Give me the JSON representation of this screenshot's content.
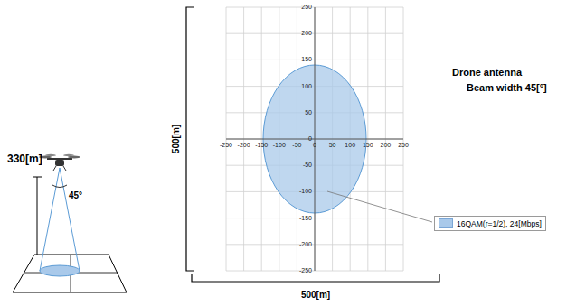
{
  "diagram": {
    "labels": [
      "330[m]",
      "45°",
      "500[m]",
      "500[m]",
      "Drone antenna",
      "Beam width 45[°]",
      "250",
      "200",
      "150",
      "100",
      "50",
      "0",
      "-50",
      "-100",
      "-150",
      "-200",
      "-250",
      "-250",
      "-200",
      "-150",
      "-100",
      "-50",
      "0",
      "50",
      "100",
      "150",
      "200",
      "250"
    ],
    "legend": [
      {
        "text": "16QAM(r=1/2), 24[Mbps]",
        "color": "#a9c9ea"
      }
    ]
  }
}
